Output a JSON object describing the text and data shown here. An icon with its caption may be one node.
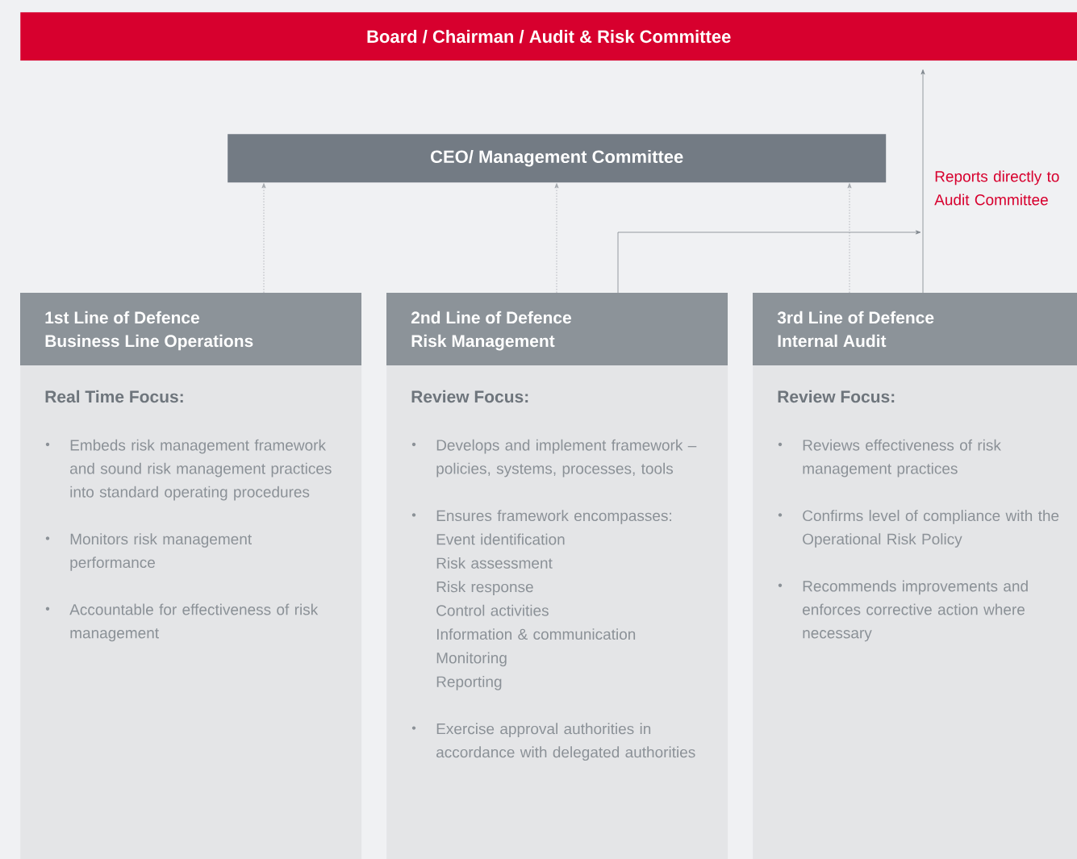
{
  "diagram": {
    "nodes": [
      {
        "text": [
          "Board / Chairman / Audit & Risk Committee"
        ]
      },
      {
        "text": [
          "CEO/ Management Committee"
        ]
      },
      {
        "text": [
          "1st Line of Defence",
          "Business Line Operations",
          "Real Time Focus:",
          "Embeds risk management framework and sound risk management practices into standard operating procedures",
          "Monitors risk management performance",
          "Accountable for effectiveness of risk management"
        ]
      },
      {
        "text": [
          "2nd Line of Defence",
          "Risk Management",
          "Review Focus:",
          "Develops and implement framework – policies, systems, processes, tools",
          "Ensures framework encompasses:",
          "Event identification",
          "Risk assessment",
          "Risk response",
          "Control activities",
          "Information & communication",
          "Monitoring",
          "Reporting",
          "Exercise approval authorities in accordance with delegated authorities"
        ]
      },
      {
        "text": [
          "3rd Line of Defence",
          "Internal Audit",
          "Review Focus:",
          "Reviews effectiveness of risk management practices",
          "Confirms level of compliance with the Operational Risk Policy",
          "Recommends improvements and enforces corrective action where necessary"
        ]
      }
    ],
    "edges": [
      {
        "from": 2,
        "to": 1,
        "arrow": "to",
        "style": "dashed"
      },
      {
        "from": 3,
        "to": 1,
        "arrow": "to",
        "style": "dashed"
      },
      {
        "from": 4,
        "to": 1,
        "arrow": "to",
        "style": "dashed"
      },
      {
        "from": 4,
        "to": 0,
        "arrow": "to",
        "label": "Reports directly to Audit Committee"
      },
      {
        "from": 3,
        "to": null,
        "arrow": "to"
      }
    ]
  }
}
